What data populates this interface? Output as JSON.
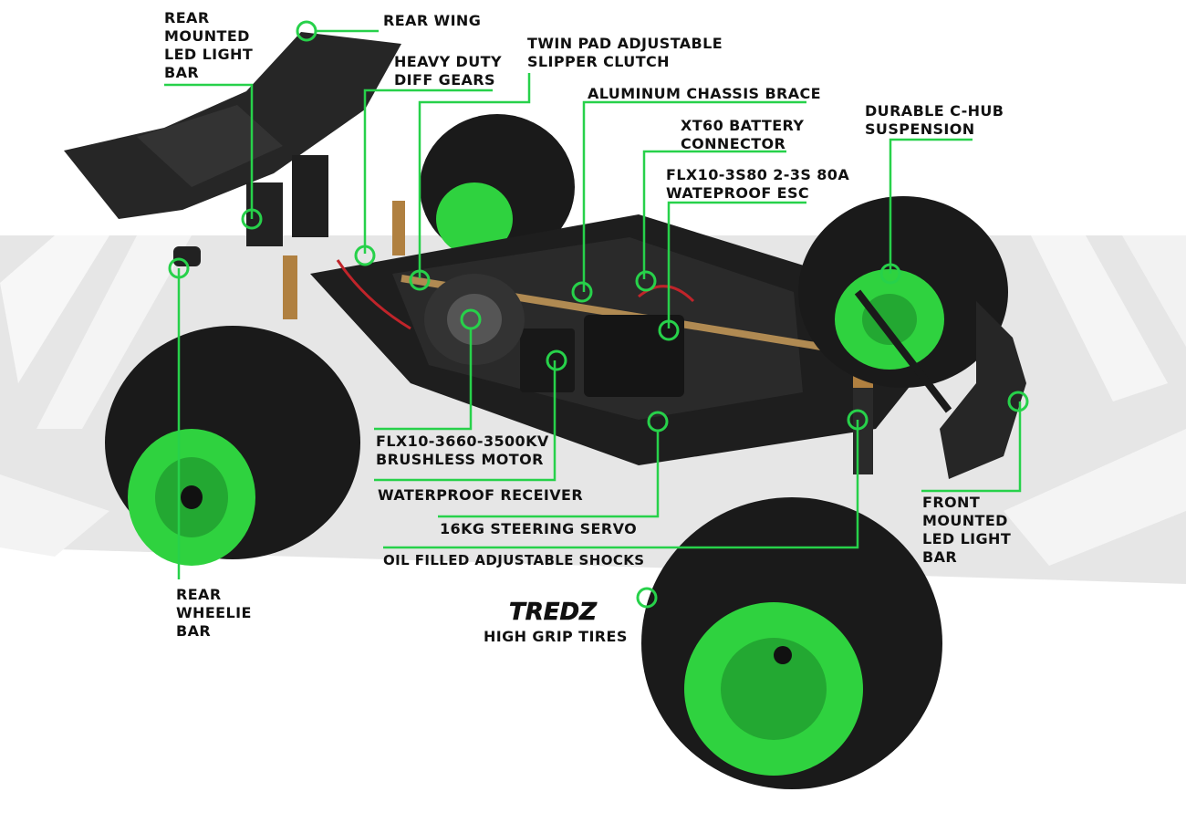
{
  "colors": {
    "accent_green": "#27d14a",
    "callout_line": "#27d14a",
    "label_text": "#111111",
    "rim_green": "#2fd23f",
    "tire_black": "#1a1a1a"
  },
  "callouts": {
    "rear_led": [
      "REAR",
      "MOUNTED",
      "LED LIGHT",
      "BAR"
    ],
    "rear_wing": [
      "REAR WING"
    ],
    "diff_gears": [
      "HEAVY DUTY",
      "DIFF GEARS"
    ],
    "slipper_clutch": [
      "TWIN PAD ADJUSTABLE",
      "SLIPPER CLUTCH"
    ],
    "chassis_brace": [
      "ALUMINUM CHASSIS BRACE"
    ],
    "battery_connector": [
      "XT60 BATTERY",
      "CONNECTOR"
    ],
    "esc": [
      "FLX10-3S80 2-3S 80A",
      "WATEPROOF ESC"
    ],
    "chub_suspension": [
      "DURABLE C-HUB",
      "SUSPENSION"
    ],
    "motor": [
      "FLX10-3660-3500KV",
      "BRUSHLESS MOTOR"
    ],
    "receiver": [
      "WATERPROOF RECEIVER"
    ],
    "steering_servo": [
      "16KG STEERING SERVO"
    ],
    "shocks": [
      "OIL FILLED ADJUSTABLE SHOCKS"
    ],
    "front_led": [
      "FRONT",
      "MOUNTED",
      "LED LIGHT",
      "BAR"
    ],
    "wheelie_bar": [
      "REAR",
      "WHEELIE",
      "BAR"
    ],
    "tires": {
      "logo": "TREDZ",
      "text": "HIGH GRIP TIRES"
    }
  }
}
